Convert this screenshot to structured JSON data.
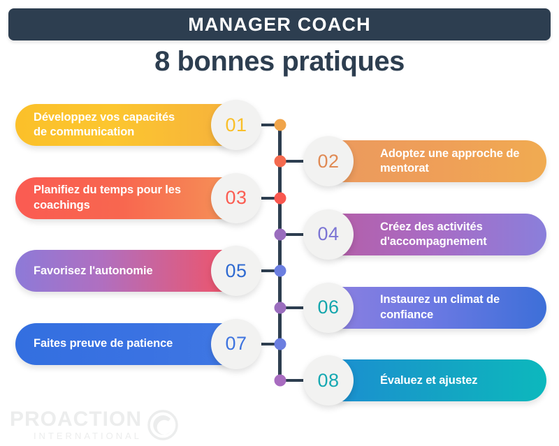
{
  "header": {
    "title": "MANAGER COACH",
    "bar_color": "#2d3e50"
  },
  "subtitle": "8 bonnes pratiques",
  "timeline": {
    "axis_color": "#2d3e50",
    "dots": [
      {
        "number": "01",
        "color": "#f0a44a"
      },
      {
        "number": "02",
        "color": "#f46a4f"
      },
      {
        "number": "03",
        "color": "#f9574f"
      },
      {
        "number": "04",
        "color": "#9a6dbe"
      },
      {
        "number": "05",
        "color": "#6b7ee0"
      },
      {
        "number": "06",
        "color": "#9a6dbe"
      },
      {
        "number": "07",
        "color": "#6b7ee0"
      },
      {
        "number": "08",
        "color": "#a86cc0"
      }
    ]
  },
  "items": [
    {
      "number": "01",
      "label": "Développez vos capacités de communication",
      "side": "left",
      "gradient": "linear-gradient(90deg, #fbc02a 0%, #fcc62f 45%, #f6b23c 100%)",
      "number_color": "#f9bf29"
    },
    {
      "number": "02",
      "label": "Adoptez une approche de mentorat",
      "side": "right",
      "gradient": "linear-gradient(90deg, #eb9a5e 0%, #ef9f58 50%, #f0ab51 100%)",
      "number_color": "#e08a54"
    },
    {
      "number": "03",
      "label": "Planifiez du temps pour les coachings",
      "side": "left",
      "gradient": "linear-gradient(90deg, #fa5b52 0%, #f8674f 50%, #f59157 100%)",
      "number_color": "#fb5d52"
    },
    {
      "number": "04",
      "label": "Créez des activités d'accompagnement",
      "side": "right",
      "gradient": "linear-gradient(90deg, #b45fa8 0%, #a96bc4 45%, #8a7fdb 100%)",
      "number_color": "#7b74d4"
    },
    {
      "number": "05",
      "label": "Favorisez l'autonomie",
      "side": "left",
      "gradient": "linear-gradient(90deg, #8d7ad8 0%, #b06fc0 40%, #ef5469 100%)",
      "number_color": "#2f6ad1"
    },
    {
      "number": "06",
      "label": "Instaurez un climat de confiance",
      "side": "right",
      "gradient": "linear-gradient(90deg, #8a7fe0 0%, #6c79e3 45%, #3d6fd8 100%)",
      "number_color": "#14a6ad"
    },
    {
      "number": "07",
      "label": "Faites preuve de patience",
      "side": "left",
      "gradient": "linear-gradient(90deg, #336fe0 0%, #3a72e2 60%, #3f77e3 100%)",
      "number_color": "#3d73df"
    },
    {
      "number": "08",
      "label": "Évaluez et ajustez",
      "side": "right",
      "gradient": "linear-gradient(90deg, #1b8fd0 0%, #14a3c4 50%, #0cb8bd 100%)",
      "number_color": "#16a8b2"
    }
  ],
  "brand": {
    "name": "PROACTION",
    "subtitle": "INTERNATIONAL",
    "color": "#eceded"
  }
}
